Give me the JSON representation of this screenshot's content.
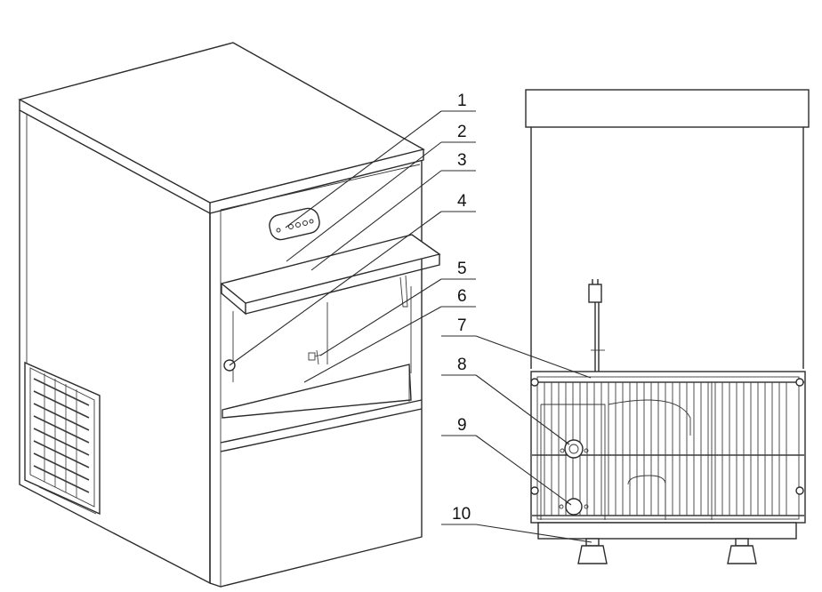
{
  "callouts": [
    {
      "id": 1,
      "label": "1"
    },
    {
      "id": 2,
      "label": "2"
    },
    {
      "id": 3,
      "label": "3"
    },
    {
      "id": 4,
      "label": "4"
    },
    {
      "id": 5,
      "label": "5"
    },
    {
      "id": 6,
      "label": "6"
    },
    {
      "id": 7,
      "label": "7"
    },
    {
      "id": 8,
      "label": "8"
    },
    {
      "id": 9,
      "label": "9"
    },
    {
      "id": 10,
      "label": "10"
    }
  ],
  "colors": {
    "line": "#2b2b2b",
    "background": "#ffffff"
  }
}
